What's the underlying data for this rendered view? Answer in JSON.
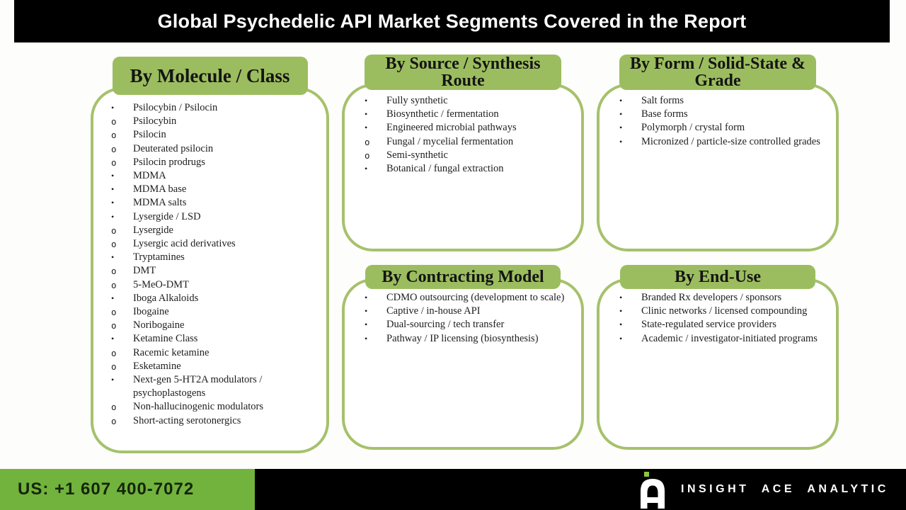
{
  "title": "Global Psychedelic API Market Segments Covered in the Report",
  "colors": {
    "header_bg": "#000000",
    "header_text": "#ffffff",
    "tab_fill": "#9cbd5f",
    "panel_border": "#a6c16c",
    "list_text": "#1d1d1d",
    "footer_green": "#71b33c",
    "footer_text_dark": "#15240b",
    "brand_green": "#8dc63f"
  },
  "panels": [
    {
      "id": "molecule",
      "title": "By Molecule / Class",
      "items": [
        {
          "level": 1,
          "text": "Psilocybin / Psilocin"
        },
        {
          "level": 2,
          "text": "Psilocybin"
        },
        {
          "level": 2,
          "text": "Psilocin"
        },
        {
          "level": 2,
          "text": "Deuterated psilocin"
        },
        {
          "level": 2,
          "text": "Psilocin prodrugs"
        },
        {
          "level": 1,
          "text": "MDMA"
        },
        {
          "level": 1,
          "text": "MDMA base"
        },
        {
          "level": 1,
          "text": "MDMA salts"
        },
        {
          "level": 1,
          "text": "Lysergide / LSD"
        },
        {
          "level": 2,
          "text": "Lysergide"
        },
        {
          "level": 2,
          "text": "Lysergic acid derivatives"
        },
        {
          "level": 1,
          "text": "Tryptamines"
        },
        {
          "level": 2,
          "text": "DMT"
        },
        {
          "level": 2,
          "text": "5-MeO-DMT"
        },
        {
          "level": 1,
          "text": "Iboga Alkaloids"
        },
        {
          "level": 2,
          "text": "Ibogaine"
        },
        {
          "level": 2,
          "text": "Noribogaine"
        },
        {
          "level": 1,
          "text": "Ketamine Class"
        },
        {
          "level": 2,
          "text": "Racemic ketamine"
        },
        {
          "level": 2,
          "text": "Esketamine"
        },
        {
          "level": 1,
          "text": "Next-gen 5-HT2A modulators / psychoplastogens"
        },
        {
          "level": 2,
          "text": "Non-hallucinogenic modulators"
        },
        {
          "level": 2,
          "text": "Short-acting serotonergics"
        }
      ]
    },
    {
      "id": "source",
      "title": "By Source / Synthesis Route",
      "items": [
        {
          "level": 1,
          "text": "Fully synthetic"
        },
        {
          "level": 1,
          "text": "Biosynthetic / fermentation"
        },
        {
          "level": 1,
          "text": "Engineered microbial pathways"
        },
        {
          "level": 2,
          "text": "Fungal / mycelial fermentation"
        },
        {
          "level": 2,
          "text": "Semi-synthetic"
        },
        {
          "level": 1,
          "text": "Botanical / fungal extraction"
        }
      ]
    },
    {
      "id": "form",
      "title": "By Form / Solid-State & Grade",
      "items": [
        {
          "level": 1,
          "text": "Salt forms"
        },
        {
          "level": 1,
          "text": "Base forms"
        },
        {
          "level": 1,
          "text": "Polymorph / crystal form"
        },
        {
          "level": 1,
          "text": "Micronized / particle-size controlled grades"
        }
      ]
    },
    {
      "id": "contracting",
      "title": "By Contracting Model",
      "items": [
        {
          "level": 1,
          "text": "CDMO outsourcing (development to scale)"
        },
        {
          "level": 1,
          "text": "Captive / in-house API"
        },
        {
          "level": 1,
          "text": "Dual-sourcing / tech transfer"
        },
        {
          "level": 1,
          "text": "Pathway / IP licensing (biosynthesis)"
        }
      ]
    },
    {
      "id": "enduse",
      "title": "By End-Use",
      "items": [
        {
          "level": 1,
          "text": "Branded Rx developers / sponsors"
        },
        {
          "level": 1,
          "text": "Clinic networks / licensed compounding"
        },
        {
          "level": 1,
          "text": "State-regulated service providers"
        },
        {
          "level": 1,
          "text": "Academic / investigator-initiated programs"
        }
      ]
    }
  ],
  "footer": {
    "phone": "US: +1 607 400-7072",
    "brand": "INSIGHT ACE ANALYTIC"
  }
}
